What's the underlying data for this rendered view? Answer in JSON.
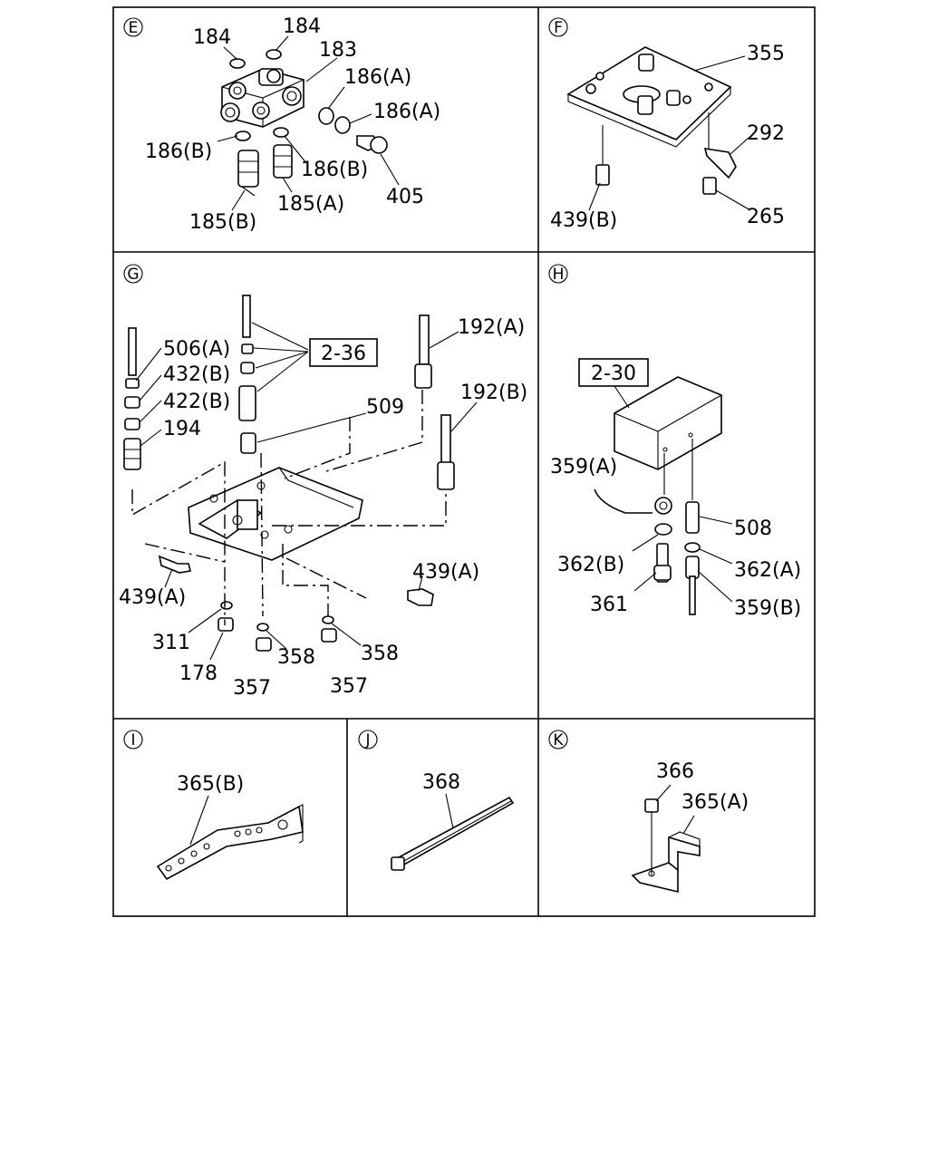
{
  "panels": {
    "E": {
      "letter": "E",
      "labels": [
        "184",
        "184",
        "183",
        "186(A)",
        "186(A)",
        "186(B)",
        "186(B)",
        "185(B)",
        "185(A)",
        "405"
      ]
    },
    "F": {
      "letter": "F",
      "labels": [
        "355",
        "292",
        "439(B)",
        "265"
      ]
    },
    "G": {
      "letter": "G",
      "ref_box": "2-36",
      "labels": [
        "506(A)",
        "432(B)",
        "422(B)",
        "194",
        "509",
        "192(A)",
        "192(B)",
        "439(A)",
        "439(A)",
        "311",
        "178",
        "358",
        "358",
        "357",
        "357"
      ]
    },
    "H": {
      "letter": "H",
      "ref_box": "2-30",
      "labels": [
        "359(A)",
        "508",
        "362(B)",
        "362(A)",
        "361",
        "359(B)"
      ]
    },
    "I": {
      "letter": "I",
      "labels": [
        "365(B)"
      ]
    },
    "J": {
      "letter": "J",
      "labels": [
        "368"
      ]
    },
    "K": {
      "letter": "K",
      "labels": [
        "366",
        "365(A)"
      ]
    }
  }
}
